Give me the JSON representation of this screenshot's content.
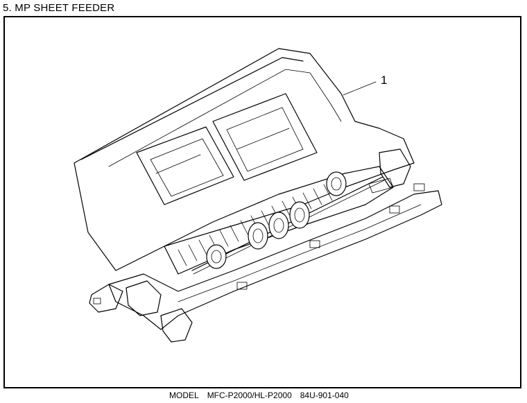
{
  "header": {
    "title": "5. MP SHEET FEEDER"
  },
  "diagram": {
    "callouts": [
      {
        "label": "1"
      }
    ]
  },
  "footer": {
    "model_label": "MODEL",
    "model_value": "MFC-P2000/HL-P2000",
    "part_code": "84U-901-040"
  },
  "colors": {
    "line": "#000000",
    "background": "#ffffff"
  }
}
